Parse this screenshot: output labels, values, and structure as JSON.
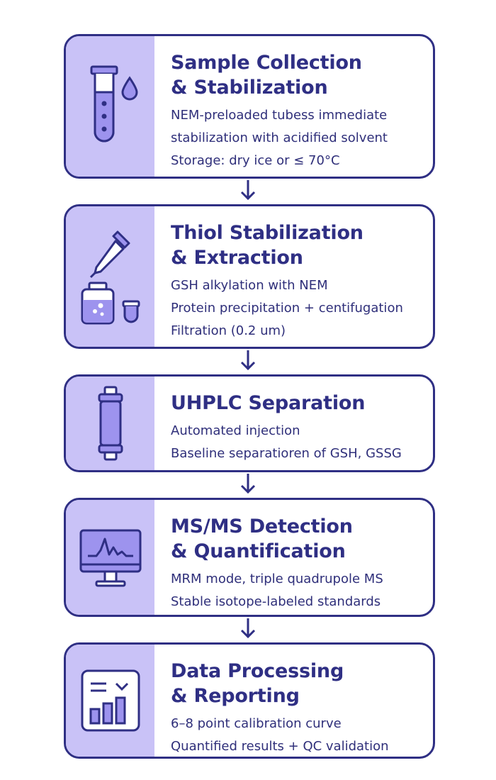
{
  "steps": [
    {
      "icon": "test-tube-icon",
      "title": [
        "Sample Collection",
        "& Stabilization"
      ],
      "lines": [
        "NEM-preloaded tubess immediate",
        "stabilization with acidified solvent",
        "Storage: dry ice or ≤ 70°C"
      ]
    },
    {
      "icon": "pipette-vial-icon",
      "title": [
        "Thiol Stabilization",
        "& Extraction"
      ],
      "lines": [
        "GSH alkylation with NEM",
        "Protein precipitation + centifugation",
        "Filtration (0.2 um)"
      ]
    },
    {
      "icon": "column-cartridge-icon",
      "title": [
        "UHPLC Separation"
      ],
      "lines": [
        "Automated injection",
        "Baseline separatioren of GSH, GSSG"
      ]
    },
    {
      "icon": "monitor-chromatogram-icon",
      "title": [
        "MS/MS Detection",
        "& Quantification"
      ],
      "lines": [
        "MRM mode, triple quadrupole MS",
        "Stable isotope-labeled standards"
      ]
    },
    {
      "icon": "report-bar-chart-icon",
      "title": [
        "Data Processing",
        "& Reporting"
      ],
      "lines": [
        "6–8 point calibration curve",
        "Quantified results + QC  validation"
      ]
    }
  ],
  "colors": {
    "outline": "#2f2f84",
    "panel": "#c9c2f7",
    "icon_fill": "#9d93ee"
  }
}
